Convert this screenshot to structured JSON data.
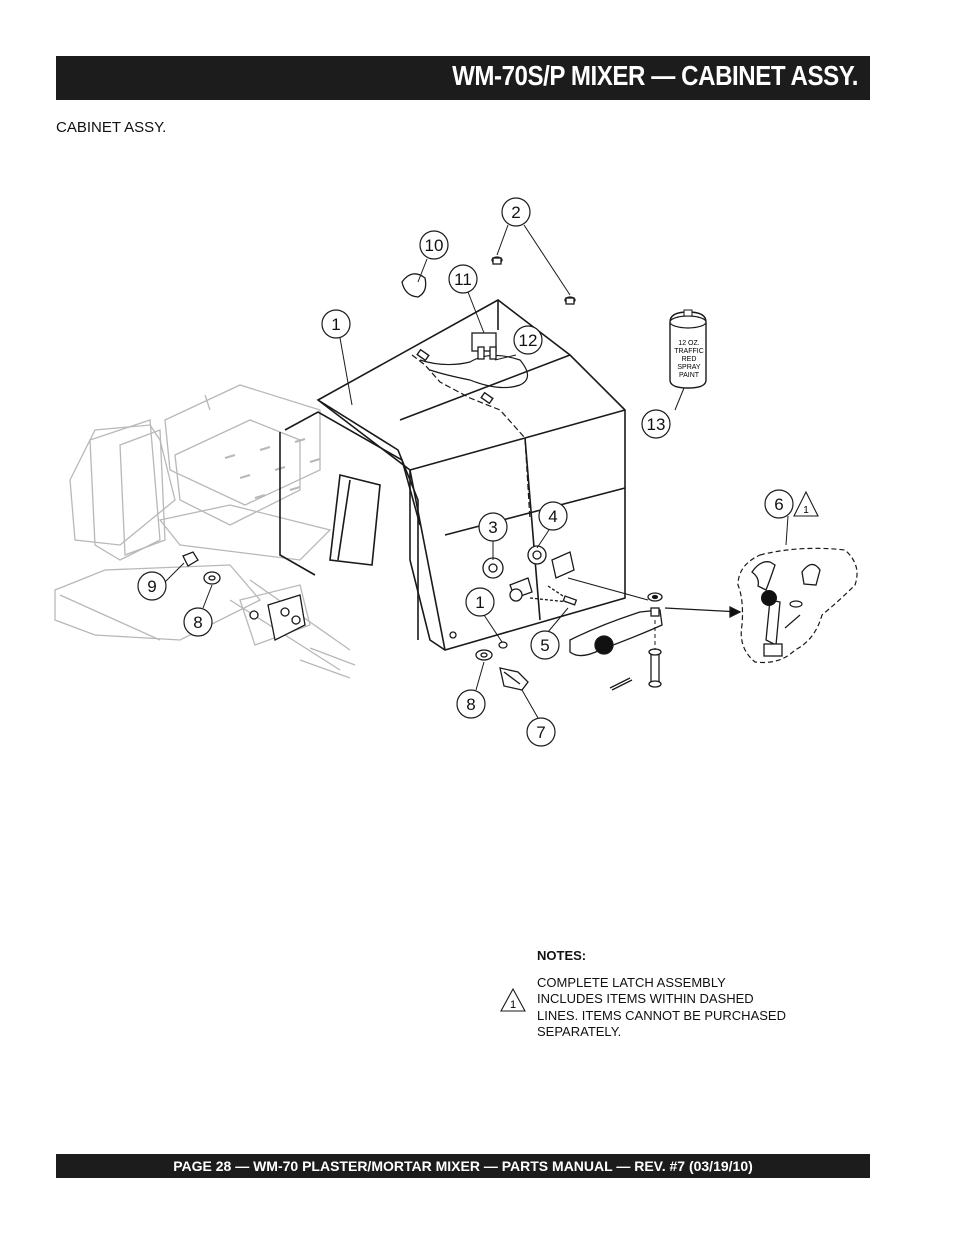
{
  "header": {
    "title": "WM-70S/P MIXER  — CABINET ASSY."
  },
  "subtitle": "CABINET ASSY.",
  "callouts": {
    "c1_top": "1",
    "c2": "2",
    "c10": "10",
    "c11": "11",
    "c12": "12",
    "c13": "13",
    "c6": "6",
    "c3": "3",
    "c4": "4",
    "c1_low": "1",
    "c5": "5",
    "c8_left": "8",
    "c9": "9",
    "c8_low": "8",
    "c7": "7"
  },
  "spray_can": {
    "line1": "12 OZ.",
    "line2": "TRAFFIC",
    "line3": "RED",
    "line4": "SPRAY",
    "line5": "PAINT"
  },
  "note_mark": "1",
  "notes": {
    "heading": "NOTES:",
    "line1": "COMPLETE LATCH ASSEMBLY",
    "line2": "INCLUDES ITEMS WITHIN DASHED",
    "line3": "LINES. ITEMS CANNOT BE PURCHASED",
    "line4": "SEPARATELY."
  },
  "footer": {
    "text": "PAGE 28 — WM-70 PLASTER/MORTAR  MIXER — PARTS MANUAL — REV. #7 (03/19/10)"
  }
}
